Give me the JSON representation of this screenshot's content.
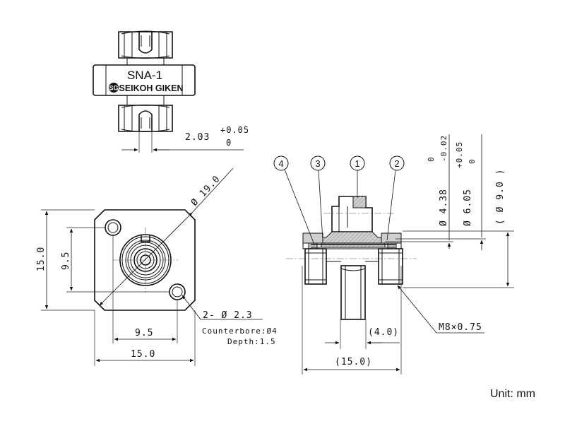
{
  "product": {
    "model": "SNA-1",
    "brand": "SEIKOH GIKEN",
    "logo_letters": "SG"
  },
  "dimensions": {
    "slot_width": "2.03",
    "slot_tol_upper": "+0.05",
    "slot_tol_lower": "0",
    "diagonal": "Ø 19.0",
    "height_outer": "15.0",
    "height_holes": "9.5",
    "width_holes": "9.5",
    "width_outer": "15.0",
    "hole_callout": "2- Ø 2.3",
    "counterbore": "Counterbore:Ø4",
    "counterbore_depth": "Depth:1.5",
    "inner_dia": "Ø 4.38",
    "inner_tol_upper": "0",
    "inner_tol_lower": "-0.02",
    "mid_dia": "Ø 6.05",
    "mid_tol_upper": "+0.05",
    "mid_tol_lower": "0",
    "outer_dia_ref": "( Ø 9.0 )",
    "flange_ref": "(4.0)",
    "length_ref": "(15.0)",
    "thread": "M8×0.75"
  },
  "balloons": [
    "1",
    "2",
    "3",
    "4"
  ],
  "unit_label": "Unit: mm",
  "colors": {
    "line": "#111111",
    "section_fill": "#d0d0d0",
    "background": "#ffffff"
  }
}
